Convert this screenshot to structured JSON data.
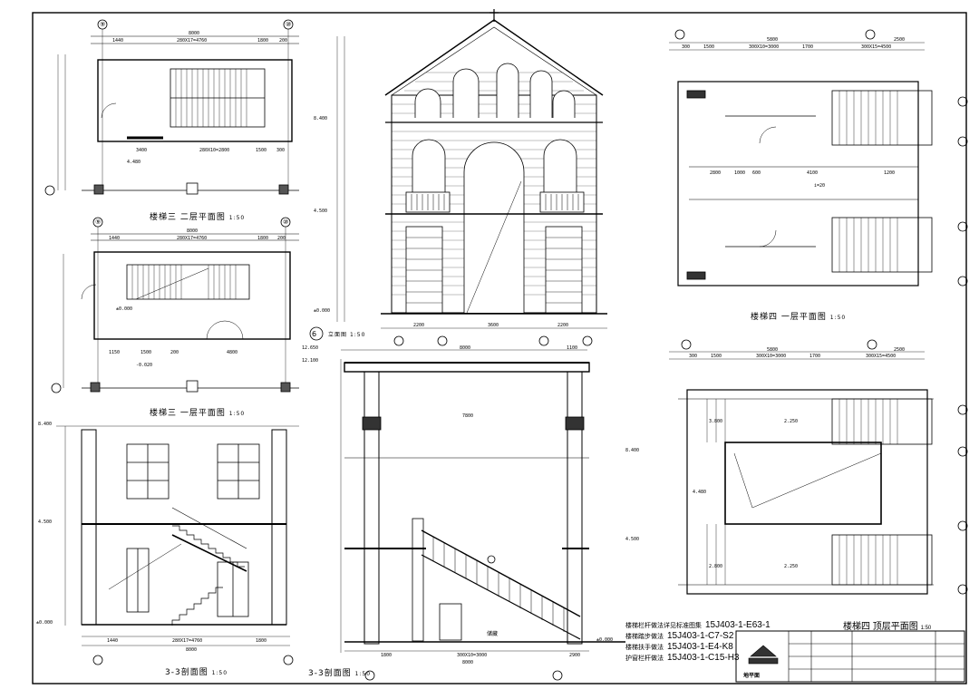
{
  "views": {
    "plan2": {
      "title": "楼梯三 二层平面图",
      "scale": "1:50",
      "dims_top": [
        "1440",
        "280X17=4760",
        "1800",
        "200"
      ],
      "overall": "8000",
      "level": "4.480",
      "dims_bottom": [
        "3400",
        "280X10=2800",
        "1500",
        "300"
      ],
      "axis_left": "⑨",
      "axis_right": "⑩"
    },
    "plan1": {
      "title": "楼梯三 一层平面图",
      "scale": "1:50",
      "dims_top": [
        "1440",
        "280X17=4760",
        "1800",
        "200"
      ],
      "overall": "8000",
      "level": "-0.020",
      "level2": "±0.000",
      "dims_bottom": [
        "1150",
        "1500",
        "200",
        "4800"
      ],
      "axis_left": "⑨",
      "axis_right": "⑩"
    },
    "section33": {
      "title": "3-3剖面图",
      "scale": "1:50",
      "levels": [
        "8.400",
        "4.500",
        "±0.000"
      ],
      "dims_bottom": [
        "1440",
        "280X17=4760",
        "1800"
      ],
      "overall": "8000"
    },
    "elevation": {
      "marker": "6",
      "title": "立面图",
      "scale": "1:50",
      "levels": [
        "8.400",
        "4.500",
        "±0.000"
      ],
      "dims_bottom": [
        "2200",
        "3600",
        "2200"
      ]
    },
    "section_main": {
      "title": "3-3剖面图",
      "scale": "1:50",
      "levels": [
        "12.650",
        "12.100",
        "8.400",
        "4.500",
        "±0.000"
      ],
      "dims_top": [
        "8000",
        "1100"
      ],
      "span": "7800",
      "dims_bottom": [
        "1800",
        "300X10=3000",
        "2900"
      ],
      "overall": "8000",
      "room": "储藏"
    },
    "plan4_1": {
      "title": "楼梯四 一层平面图",
      "scale": "1:50",
      "dims_top": [
        "300",
        "1500",
        "300X10=3000",
        "1700",
        "300X15=4500"
      ],
      "overall": "5800",
      "overall2": "2500",
      "dims_mid": [
        "2800",
        "1000",
        "600",
        "4100",
        "1200"
      ],
      "slope": "i=20"
    },
    "plan4_top": {
      "title": "楼梯四 顶层平面图",
      "scale": "1:50",
      "dims_top": [
        "300",
        "1500",
        "300X10=3000",
        "1700",
        "300X15=4500"
      ],
      "overall": "5800",
      "overall2": "2500",
      "levels": [
        "3.800",
        "2.250",
        "4.480",
        "2.800",
        "2.250"
      ]
    }
  },
  "notes": [
    {
      "label": "楼梯栏杆做法详见标准图集",
      "code": "15J403-1-E63-1"
    },
    {
      "label": "楼梯踏步做法",
      "code": "15J403-1-C7-S2"
    },
    {
      "label": "楼梯扶手做法",
      "code": "15J403-1-E4-K8"
    },
    {
      "label": "护窗栏杆做法",
      "code": "15J403-1-C15-H3"
    }
  ],
  "stamp": {
    "company": "地平面"
  }
}
